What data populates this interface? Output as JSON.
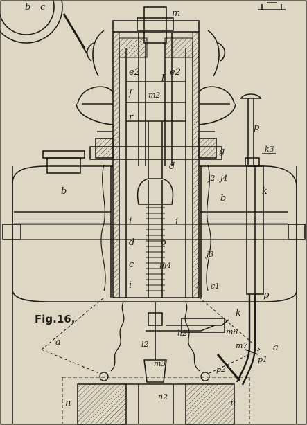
{
  "figure_label": "Fig.16.",
  "labels": {
    "m": "m",
    "l": "l",
    "e2_left": "e2",
    "e2_right": "e2",
    "f": "f",
    "m2": "m2",
    "r": "r",
    "d_upper": "d",
    "g": "g",
    "p_upper": "p",
    "k3": "k3",
    "b_left": "b",
    "b_right": "b",
    "j2": "j2",
    "j4": "j4",
    "k_right": "k",
    "i_upper_left": "i",
    "i_upper_right": "i",
    "d_lower": "d",
    "o": "o",
    "c": "c",
    "m4": "m4",
    "j3": "j3",
    "i_lower": "i",
    "j": "j",
    "c1": "c1",
    "p_lower": "p",
    "k_lower": "k",
    "a_left": "a",
    "m6": "m6",
    "h2": "h2",
    "l2": "l2",
    "m7": "m7",
    "a_right": "a",
    "p1": "p1",
    "m3": "m3",
    "p2": "p2",
    "n_left": "n",
    "n2": "n2",
    "n_right": "n",
    "corner_b": "b",
    "corner_c": "c"
  },
  "colors": {
    "ink": "#1e1b17",
    "paper": "#ddd7c3",
    "hatch": "#6b655a"
  }
}
